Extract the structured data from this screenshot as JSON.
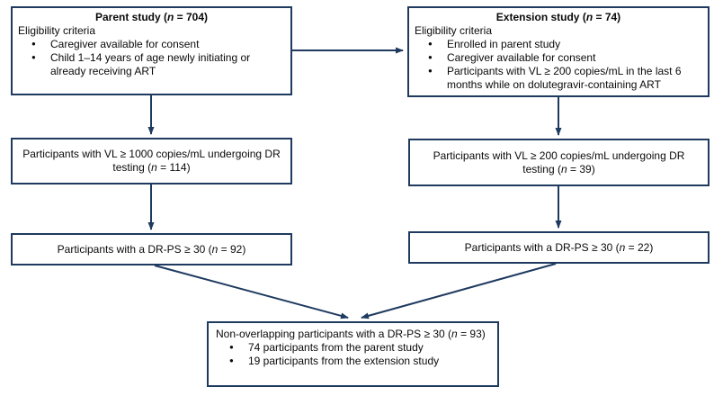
{
  "colors": {
    "line": "#1e3a5f",
    "text": "#0a0a0a",
    "background": "#ffffff"
  },
  "boxes": {
    "parent": {
      "title": {
        "pre": "Parent study (",
        "var": "n",
        "post": " = 704)"
      },
      "subtitle": "Eligibility criteria",
      "bullets": [
        "Caregiver available for consent",
        "Child 1–14 years of age newly initiating or already receiving ART"
      ]
    },
    "extension": {
      "title": {
        "pre": "Extension study (",
        "var": "n",
        "post": " = 74)"
      },
      "subtitle": "Eligibility criteria",
      "bullets": [
        "Enrolled in parent study",
        "Caregiver available for consent",
        "Participants with VL ≥ 200 copies/mL in the last 6 months while on dolutegravir-containing ART"
      ]
    },
    "parent_dr_testing": {
      "text": {
        "pre": "Participants with VL ≥ 1000 copies/mL undergoing DR testing (",
        "var": "n",
        "post": " = 114)"
      }
    },
    "extension_dr_testing": {
      "text": {
        "pre": "Participants with VL ≥ 200 copies/mL undergoing DR testing (",
        "var": "n",
        "post": " = 39)"
      }
    },
    "parent_drps": {
      "text": {
        "pre": "Participants with a DR-PS ≥ 30 (",
        "var": "n",
        "post": " = 92)"
      }
    },
    "extension_drps": {
      "text": {
        "pre": "Participants with a DR-PS ≥ 30 (",
        "var": "n",
        "post": " = 22)"
      }
    },
    "combined": {
      "heading": {
        "pre": "Non-overlapping participants with a DR-PS ≥ 30 (",
        "var": "n",
        "post": " = 93)"
      },
      "bullets": [
        "74 participants from the parent study",
        "19 participants from the extension study"
      ]
    }
  }
}
